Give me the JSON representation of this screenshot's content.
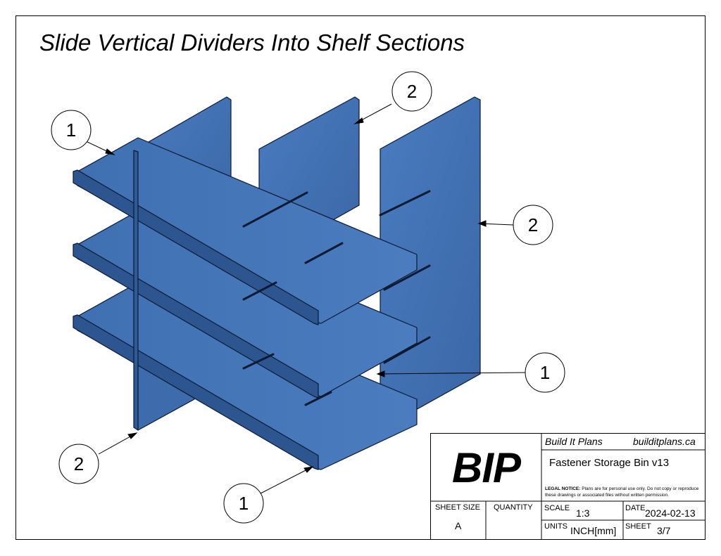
{
  "title": "Slide Vertical Dividers Into Shelf Sections",
  "callouts": [
    {
      "label": "1"
    },
    {
      "label": "2"
    },
    {
      "label": "2"
    },
    {
      "label": "1"
    },
    {
      "label": "2"
    },
    {
      "label": "1"
    }
  ],
  "title_block": {
    "logo": "BIP",
    "company": "Build It Plans",
    "website": "builditplans.ca",
    "project": "Fastener Storage Bin v13",
    "legal_label": "LEGAL NOTICE:",
    "legal_text": "Plans are for personal use only. Do not copy or reproduce these drawings or associated files without written permission.",
    "sheet_size_label": "SHEET SIZE",
    "sheet_size": "A",
    "quantity_label": "QUANTITY",
    "quantity": "",
    "scale_label": "SCALE",
    "scale": "1:3",
    "date_label": "DATE",
    "date": "2024-02-13",
    "units_label": "UNITS",
    "units": "INCH[mm]",
    "sheet_label": "SHEET",
    "sheet": "3/7"
  },
  "colors": {
    "panel": "#3f6fb0",
    "panel_light": "#4d7fc1",
    "panel_dark": "#2d5590",
    "edge": "#0c1a33"
  }
}
